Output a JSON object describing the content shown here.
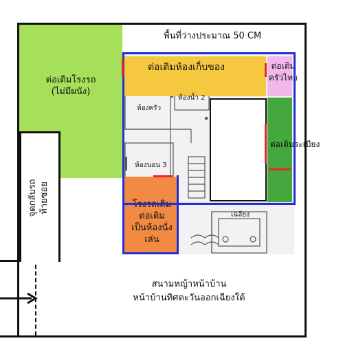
{
  "plan": {
    "setback_note": "พื้นที่ว่างประมาณ 50 CM",
    "garage_ext": "ต่อเติมโรงรถ\n(ไม่มีผนัง)",
    "storage_ext": "ต่อเติมห้องเก็บของ",
    "kitchen_ext": "ต่อเติม\nครัวไทย",
    "porch_ext": "ต่อเติมระเบียง",
    "old_garage": "โรงรถเดิม\nต่อเติม\nเป็นห้องนั่งเล่น",
    "parking": "จุดกลับรถ\nท้ายซอย",
    "lawn": "สนามหญ้าหน้าบ้าน\nหน้าบ้านทิศตะวันออกเฉียงใต้",
    "rooms": {
      "kitchen": "ห้องครัว",
      "bath2": "ห้องน้ำ 2",
      "bedroom3": "ห้องนอน 3",
      "balcony": "เฉลียง"
    },
    "colors": {
      "green": "#a6e05a",
      "yellow": "#f6c83f",
      "pink": "#f2b8ec",
      "dark_green": "#44a83f",
      "orange": "#f28a43",
      "blue": "#1f2fd6",
      "red": "#e8262b"
    }
  }
}
